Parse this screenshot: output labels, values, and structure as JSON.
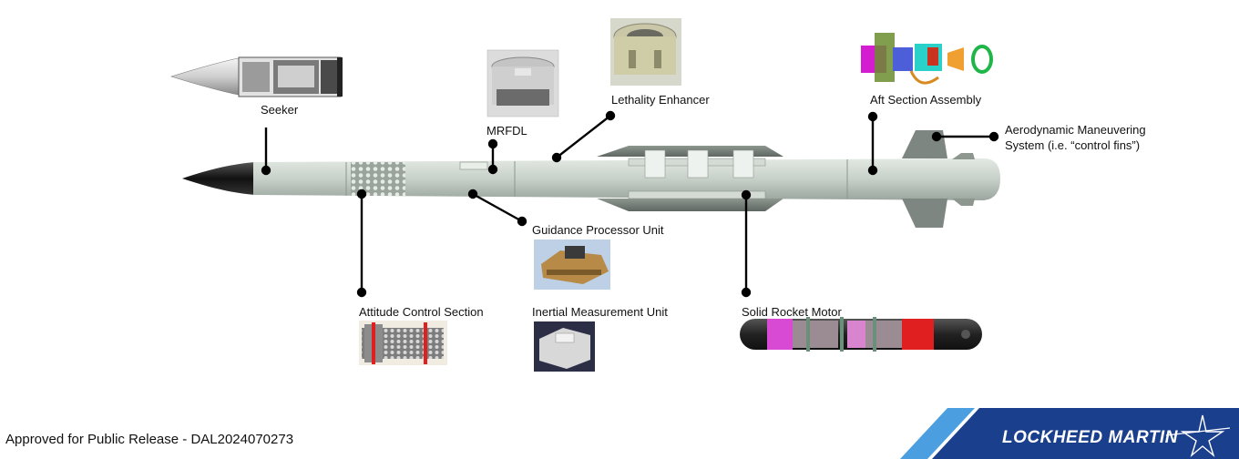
{
  "labels": {
    "seeker": "Seeker",
    "mrfdl": "MRFDL",
    "lethality_enhancer": "Lethality Enhancer",
    "aft_section_assembly": "Aft Section Assembly",
    "aero_maneuvering_line1": "Aerodynamic Maneuvering",
    "aero_maneuvering_line2": "System (i.e. “control fins”)",
    "guidance_processor_unit": "Guidance Processor Unit",
    "attitude_control_section": "Attitude Control Section",
    "inertial_measurement_unit": "Inertial Measurement Unit",
    "solid_rocket_motor": "Solid Rocket Motor"
  },
  "footer": {
    "release_text": "Approved for Public Release - DAL2024070273"
  },
  "brand": {
    "name": "LOCKHEED MARTIN"
  },
  "colors": {
    "brand_blue": "#1a3f8c",
    "stripe_light": "#4b9fe0",
    "missile_body": "#c9d3cb"
  }
}
